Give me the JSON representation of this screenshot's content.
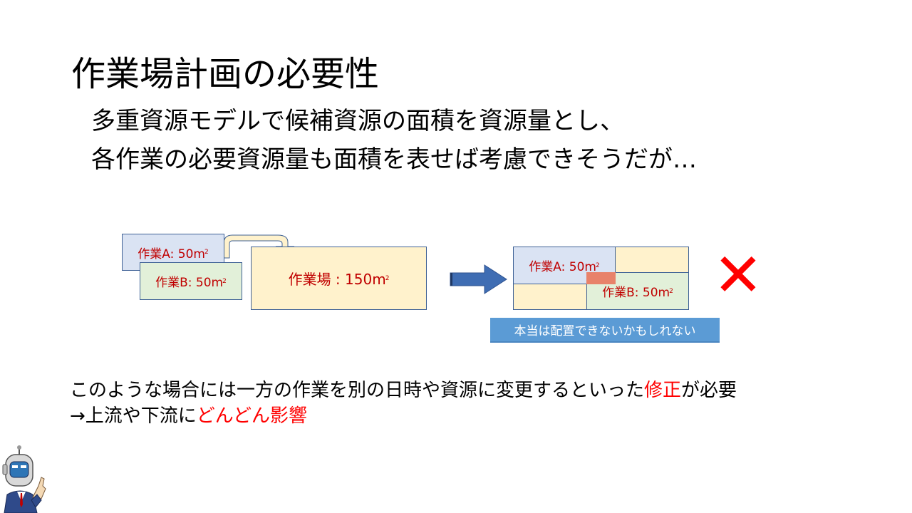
{
  "slide": {
    "title": "作業場計画の必要性",
    "subtitle_line1": "多重資源モデルで候補資源の面積を資源量とし、",
    "subtitle_line2": "各作業の必要資源量も面積を表せば考慮できそうだが…"
  },
  "diagram_left": {
    "task_a": {
      "label": "作業A: 50m",
      "unit_sup": "2"
    },
    "task_b": {
      "label": "作業B: 50m",
      "unit_sup": "2"
    },
    "workspace": {
      "label": "作業場 : 150m",
      "unit_sup": "2"
    }
  },
  "diagram_right": {
    "task_a": {
      "label": "作業A: 50m",
      "unit_sup": "2"
    },
    "task_b": {
      "label": "作業B: 50m",
      "unit_sup": "2"
    },
    "caption": "本当は配置できないかもしれない",
    "mark": "✕",
    "colors": {
      "overlap": "#e8826a",
      "mark": "#ff0000"
    }
  },
  "bottom": {
    "line1_before": "このような場合には一方の作業を別の日時や資源に変更するといった",
    "line1_highlight": "修正",
    "line1_after": "が必要",
    "line2_before": "→上流や下流に",
    "line2_highlight": "どんどん影響"
  },
  "colors": {
    "highlight": "#ff0000",
    "box_text": "#c00000",
    "arrow": "#3f6db3"
  }
}
